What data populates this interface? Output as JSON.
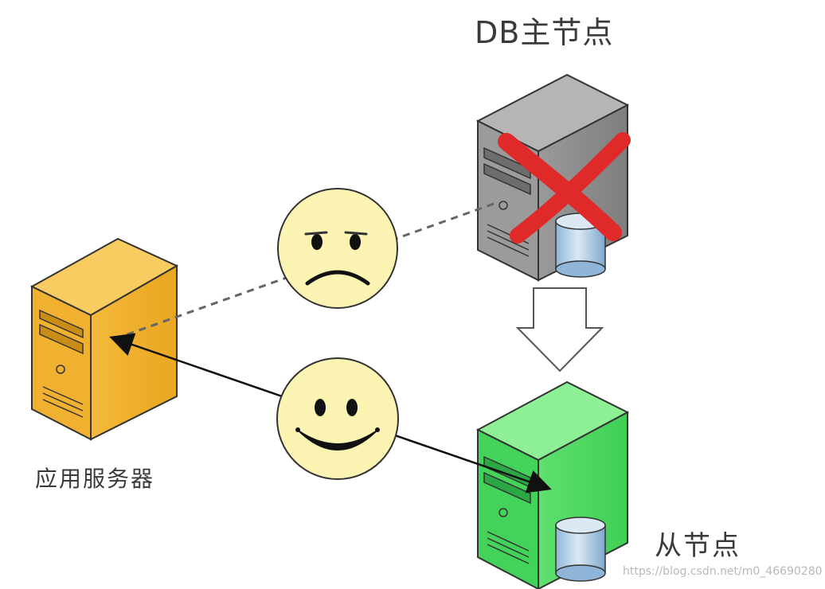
{
  "diagram": {
    "title_master": "DB主节点",
    "label_app": "应用服务器",
    "label_slave": "从节点",
    "footer_url": "https://blog.csdn.net/m0_46690280"
  },
  "colors": {
    "app_server": "#f2b233",
    "master_server": "#8a8a8a",
    "slave_server": "#4cd964",
    "cross": "#e22b2b",
    "face": "#fbf4b3",
    "db_cylinder": "#b7d3ea"
  },
  "icons": {
    "sad_face": "sad-face-icon",
    "happy_face": "happy-face-icon",
    "cross": "cross-icon",
    "failover_arrow": "down-arrow-icon",
    "db": "database-icon"
  }
}
